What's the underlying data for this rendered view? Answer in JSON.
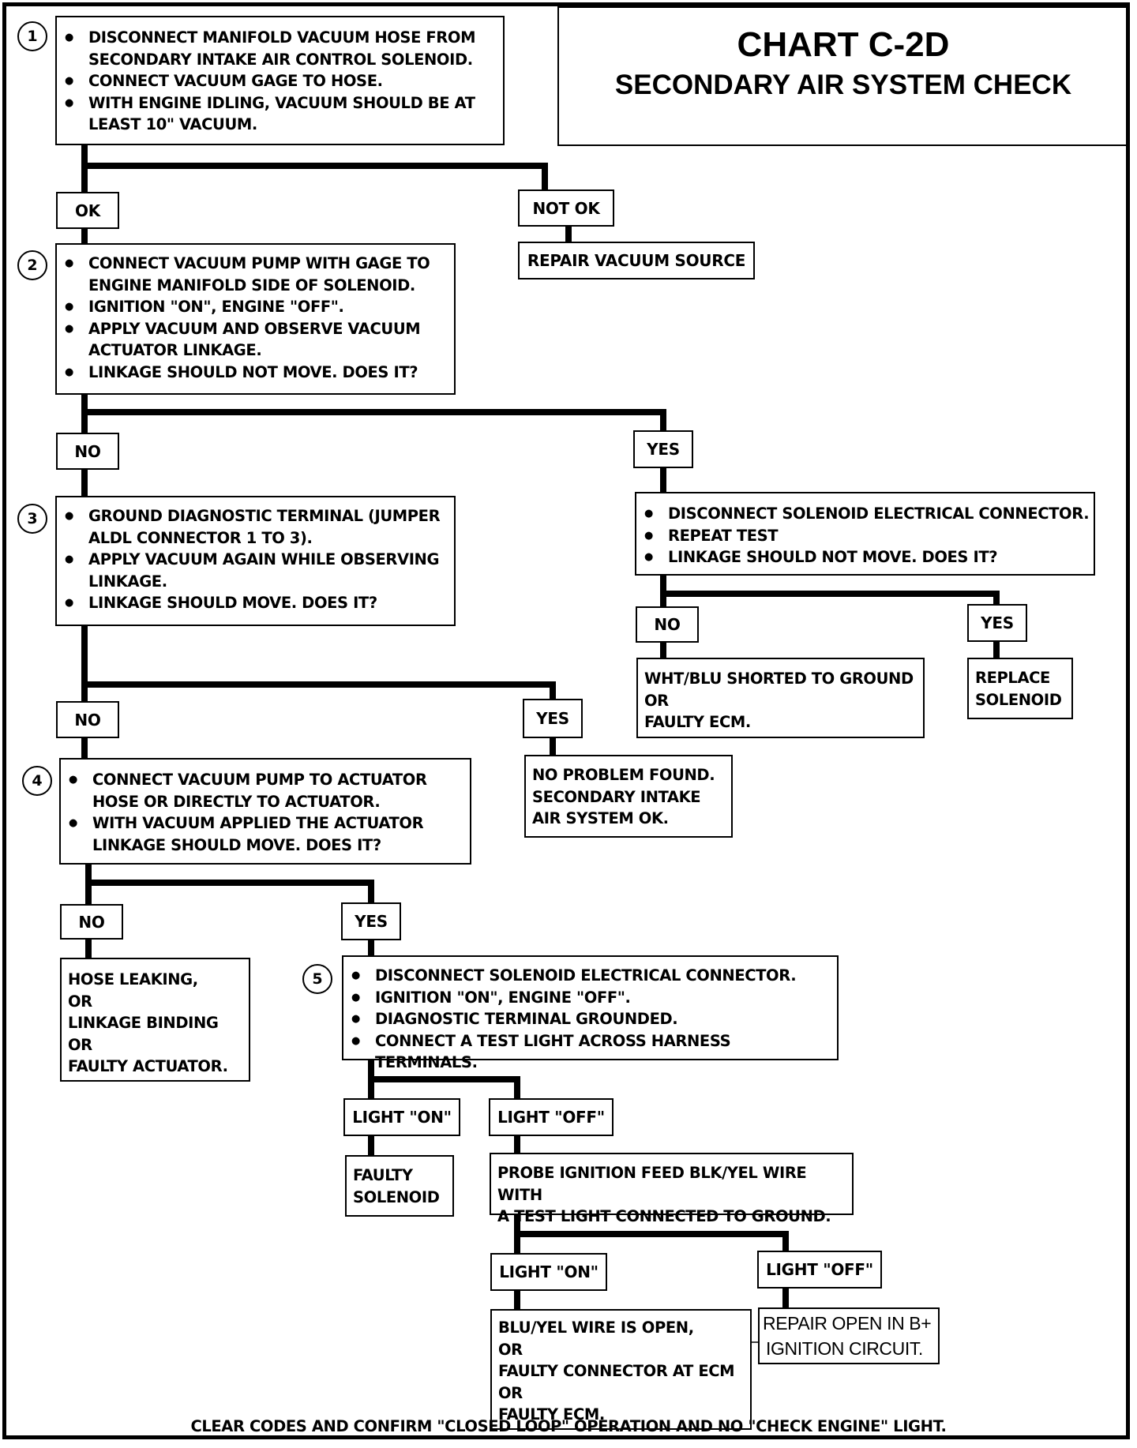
{
  "title": {
    "main": "CHART C-2D",
    "sub": "SECONDARY AIR SYSTEM CHECK"
  },
  "steps": {
    "step1": {
      "number": "1",
      "bullets": [
        "DISCONNECT MANIFOLD VACUUM HOSE FROM SECONDARY INTAKE AIR CONTROL SOLENOID.",
        "CONNECT VACUUM GAGE TO HOSE.",
        "WITH ENGINE IDLING, VACUUM SHOULD BE AT LEAST 10\" VACUUM."
      ]
    },
    "step2": {
      "number": "2",
      "bullets": [
        "CONNECT VACUUM PUMP WITH GAGE TO ENGINE MANIFOLD SIDE OF SOLENOID.",
        "IGNITION \"ON\", ENGINE \"OFF\".",
        "APPLY VACUUM AND OBSERVE VACUUM ACTUATOR LINKAGE.",
        "LINKAGE SHOULD NOT MOVE.  DOES IT?"
      ]
    },
    "step3": {
      "number": "3",
      "bullets": [
        "GROUND DIAGNOSTIC TERMINAL (JUMPER ALDL CONNECTOR 1 TO 3).",
        "APPLY VACUUM AGAIN WHILE OBSERVING LINKAGE.",
        "LINKAGE SHOULD MOVE.  DOES IT?"
      ]
    },
    "step3b": {
      "bullets": [
        "DISCONNECT SOLENOID ELECTRICAL CONNECTOR.",
        "REPEAT TEST",
        "LINKAGE SHOULD NOT MOVE.  DOES IT?"
      ]
    },
    "step4": {
      "number": "4",
      "bullets": [
        "CONNECT VACUUM PUMP TO ACTUATOR HOSE OR DIRECTLY TO ACTUATOR.",
        "WITH VACUUM APPLIED THE ACTUATOR LINKAGE SHOULD MOVE.  DOES IT?"
      ]
    },
    "step5": {
      "number": "5",
      "bullets": [
        "DISCONNECT SOLENOID ELECTRICAL CONNECTOR.",
        "IGNITION \"ON\", ENGINE \"OFF\".",
        "DIAGNOSTIC TERMINAL GROUNDED.",
        "CONNECT A TEST LIGHT ACROSS HARNESS TERMINALS."
      ]
    },
    "probe": {
      "lines": [
        "PROBE IGNITION FEED BLK/YEL WIRE WITH",
        "A TEST LIGHT CONNECTED TO GROUND."
      ]
    }
  },
  "labels": {
    "ok": "OK",
    "not_ok": "NOT OK",
    "no": "NO",
    "yes": "YES",
    "light_on": "LIGHT \"ON\"",
    "light_off": "LIGHT \"OFF\""
  },
  "results": {
    "repair_vacuum": "REPAIR VACUUM SOURCE",
    "wht_blu": [
      "WHT/BLU SHORTED TO GROUND",
      "OR",
      "FAULTY ECM."
    ],
    "replace_solenoid": [
      "REPLACE",
      "SOLENOID"
    ],
    "no_problem": [
      "NO PROBLEM FOUND.",
      "SECONDARY INTAKE",
      "AIR SYSTEM OK."
    ],
    "hose_leaking": [
      "HOSE LEAKING,",
      "OR",
      "LINKAGE BINDING",
      "OR",
      "FAULTY ACTUATOR."
    ],
    "faulty_solenoid": [
      "FAULTY",
      "SOLENOID"
    ],
    "blu_yel": [
      "BLU/YEL WIRE IS OPEN,",
      "OR",
      "FAULTY CONNECTOR AT ECM",
      "OR",
      "FAULTY ECM."
    ],
    "repair_open": [
      "REPAIR OPEN IN B+",
      "IGNITION CIRCUIT."
    ]
  },
  "footer": "CLEAR CODES AND CONFIRM \"CLOSED LOOP\" OPERATION AND NO \"CHECK ENGINE\" LIGHT."
}
